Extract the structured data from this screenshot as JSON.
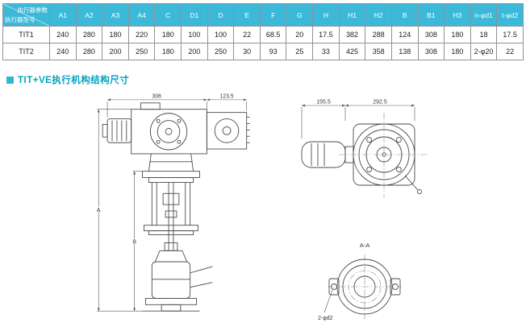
{
  "table": {
    "corner": {
      "top_label": "执行器参数",
      "bottom_label": "执行器型号"
    },
    "columns": [
      "A1",
      "A2",
      "A3",
      "A4",
      "C",
      "D1",
      "D",
      "E",
      "F",
      "G",
      "H",
      "H1",
      "H2",
      "B",
      "B1",
      "H3",
      "n-φd1",
      "t-φd2"
    ],
    "rows": [
      {
        "model": "TIT1",
        "values": [
          "240",
          "280",
          "180",
          "220",
          "180",
          "100",
          "100",
          "22",
          "68.5",
          "20",
          "17.5",
          "382",
          "288",
          "124",
          "308",
          "180",
          "18",
          "17.5"
        ]
      },
      {
        "model": "TIT2",
        "values": [
          "240",
          "280",
          "200",
          "250",
          "180",
          "200",
          "250",
          "30",
          "93",
          "25",
          "33",
          "425",
          "358",
          "138",
          "308",
          "180",
          "2-φ20",
          "22"
        ]
      }
    ]
  },
  "section": {
    "title": "TIT+VE执行机构结构尺寸"
  },
  "drawings": {
    "front_view": {
      "dim_top_main": "306",
      "dim_top_right": "123.5",
      "dim_overall_height": "A",
      "dim_lower_height": "B"
    },
    "top_view": {
      "dim_left": "155.5",
      "dim_right": "292.5"
    },
    "section_view": {
      "title": "A-A",
      "holes_label": "2-φd2"
    }
  },
  "colors": {
    "header_bg": "#3cb9d9",
    "accent": "#00a3c6"
  }
}
